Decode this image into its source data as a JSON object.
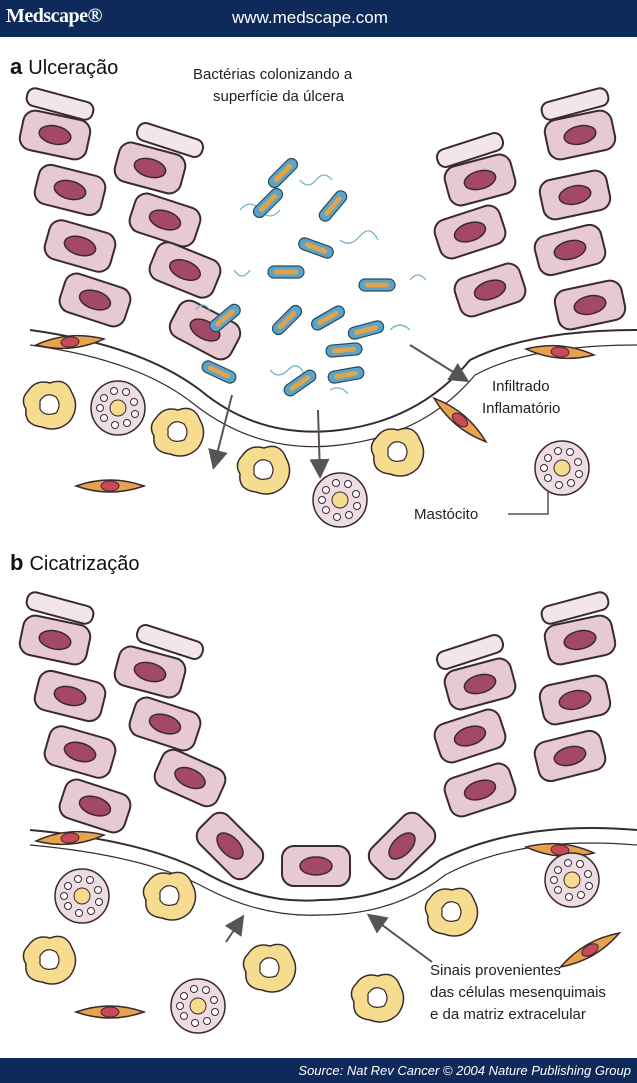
{
  "header": {
    "brand": "Medscape®",
    "url": "www.medscape.com"
  },
  "panels": [
    {
      "letter": "a",
      "title": "Ulceração",
      "labels": {
        "bacteria_line1": "Bactérias colonizando a",
        "bacteria_line2": "superfície da úlcera",
        "infiltrate_line1": "Infiltrado",
        "infiltrate_line2": "Inflamatório",
        "mast_cell": "Mastócito"
      }
    },
    {
      "letter": "b",
      "title": "Cicatrização",
      "labels": {
        "signals_line1": "Sinais provenientes",
        "signals_line2": "das células mesenquimais",
        "signals_line3": "e da matriz extracelular"
      }
    }
  ],
  "footer": {
    "source": "Source: Nat Rev Cancer © 2004 Nature Publishing Group"
  },
  "colors": {
    "bar": "#0e2a5a",
    "cell_fill": "#e7c9d2",
    "nucleus": "#a44868",
    "bacteria": "#5aa3c9",
    "bacteria_core": "#e0a24a",
    "macrophage": "#f6dc8e",
    "fibroblast": "#e6a24d",
    "mast": "#eddce2"
  }
}
